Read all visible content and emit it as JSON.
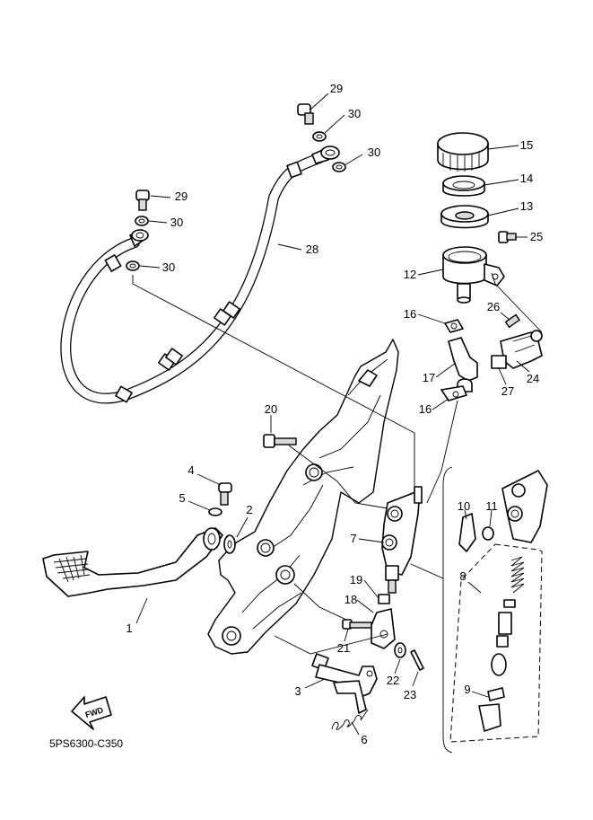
{
  "diagram": {
    "code": "5PS6300-C350",
    "fwd_label": "FWD",
    "callouts": [
      {
        "id": "c1",
        "label": "1"
      },
      {
        "id": "c2",
        "label": "2"
      },
      {
        "id": "c3",
        "label": "3"
      },
      {
        "id": "c4",
        "label": "4"
      },
      {
        "id": "c5",
        "label": "5"
      },
      {
        "id": "c6",
        "label": "6"
      },
      {
        "id": "c7",
        "label": "7"
      },
      {
        "id": "c8",
        "label": "8"
      },
      {
        "id": "c9",
        "label": "9"
      },
      {
        "id": "c10",
        "label": "10"
      },
      {
        "id": "c11",
        "label": "11"
      },
      {
        "id": "c12",
        "label": "12"
      },
      {
        "id": "c13",
        "label": "13"
      },
      {
        "id": "c14",
        "label": "14"
      },
      {
        "id": "c15",
        "label": "15"
      },
      {
        "id": "c16a",
        "label": "16"
      },
      {
        "id": "c16b",
        "label": "16"
      },
      {
        "id": "c17",
        "label": "17"
      },
      {
        "id": "c18",
        "label": "18"
      },
      {
        "id": "c19",
        "label": "19"
      },
      {
        "id": "c20",
        "label": "20"
      },
      {
        "id": "c21",
        "label": "21"
      },
      {
        "id": "c22",
        "label": "22"
      },
      {
        "id": "c23",
        "label": "23"
      },
      {
        "id": "c24",
        "label": "24"
      },
      {
        "id": "c25",
        "label": "25"
      },
      {
        "id": "c26",
        "label": "26"
      },
      {
        "id": "c27",
        "label": "27"
      },
      {
        "id": "c28",
        "label": "28"
      },
      {
        "id": "c29a",
        "label": "29"
      },
      {
        "id": "c29b",
        "label": "29"
      },
      {
        "id": "c30a",
        "label": "30"
      },
      {
        "id": "c30b",
        "label": "30"
      },
      {
        "id": "c30c",
        "label": "30"
      },
      {
        "id": "c30d",
        "label": "30"
      }
    ]
  }
}
